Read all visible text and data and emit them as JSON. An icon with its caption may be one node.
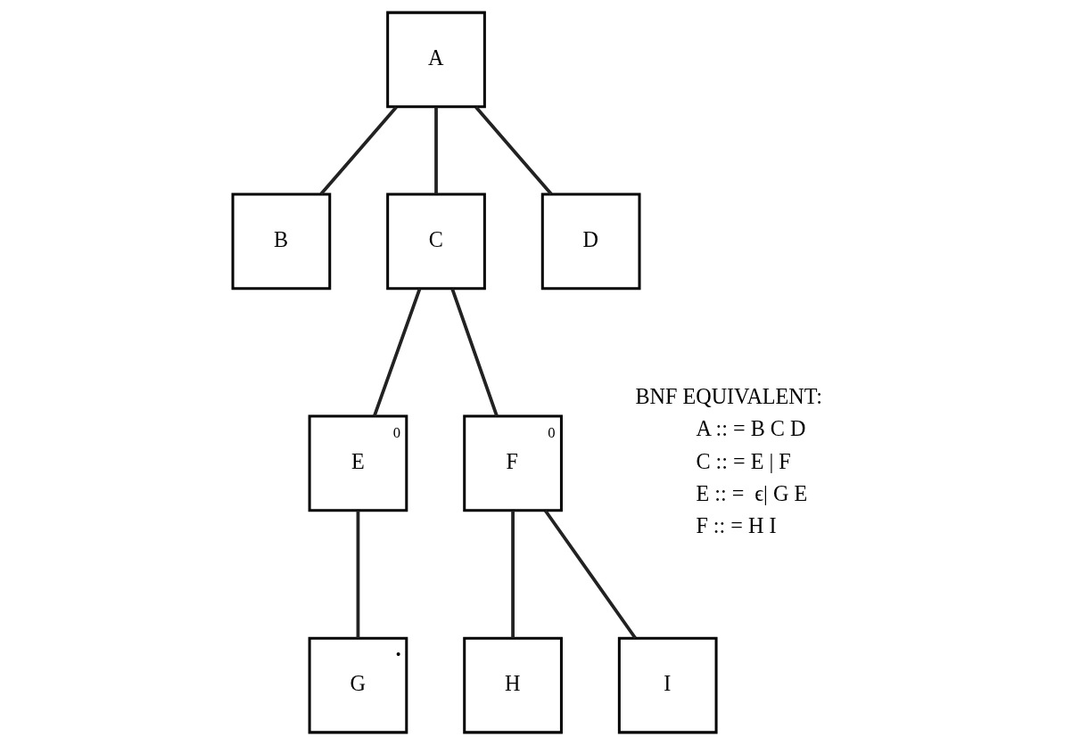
{
  "diagram": {
    "nodes": [
      {
        "text": [
          "A"
        ]
      },
      {
        "text": [
          "B"
        ]
      },
      {
        "text": [
          "C"
        ]
      },
      {
        "text": [
          "D"
        ]
      },
      {
        "text": [
          "E",
          "0"
        ]
      },
      {
        "text": [
          "F",
          "0"
        ]
      },
      {
        "text": [
          "G",
          "•"
        ]
      },
      {
        "text": [
          "H"
        ]
      },
      {
        "text": [
          "I"
        ]
      }
    ],
    "edges": [
      {
        "from": 0,
        "to": 1,
        "arrow": "none"
      },
      {
        "from": 0,
        "to": 2,
        "arrow": "none"
      },
      {
        "from": 0,
        "to": 3,
        "arrow": "none"
      },
      {
        "from": 2,
        "to": 4,
        "arrow": "none"
      },
      {
        "from": 2,
        "to": 5,
        "arrow": "none"
      },
      {
        "from": 4,
        "to": 6,
        "arrow": "none"
      },
      {
        "from": 5,
        "to": 7,
        "arrow": "none"
      },
      {
        "from": 5,
        "to": 8,
        "arrow": "none"
      }
    ],
    "labels": [
      "BNF EQUIVALENT:",
      "A :: = B C D",
      "C :: = E | F",
      "E :: =  ϵ| G E",
      "F :: = H I"
    ]
  }
}
